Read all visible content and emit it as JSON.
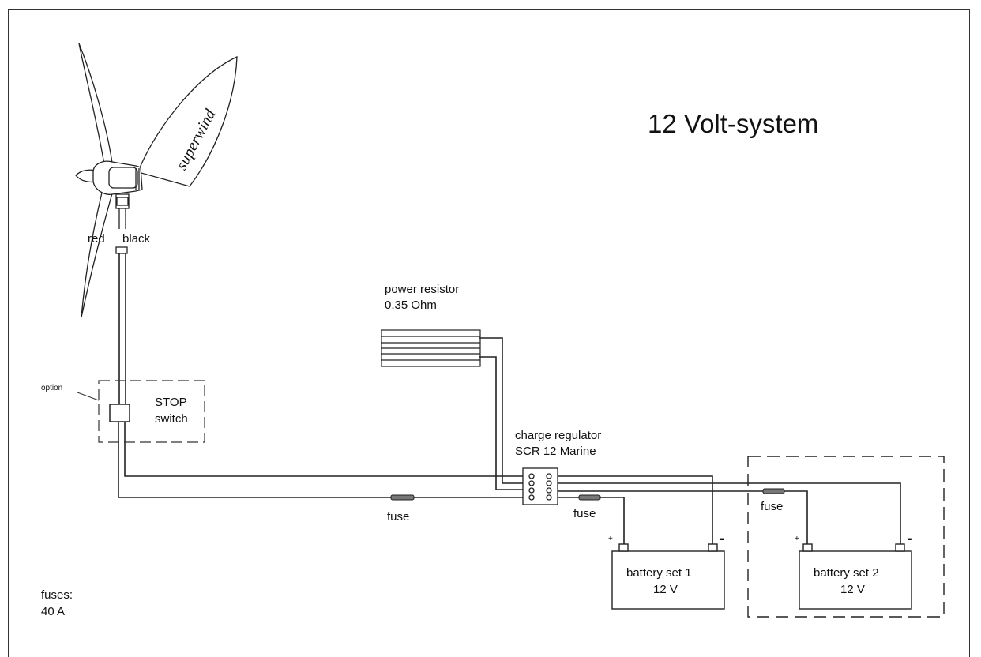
{
  "title": "12 Volt-system",
  "brand": "superwind",
  "wires": {
    "red": "red",
    "black": "black"
  },
  "option_label": "option",
  "stop_switch": {
    "line1": "STOP",
    "line2": "switch"
  },
  "resistor": {
    "line1": "power resistor",
    "line2": "0,35 Ohm"
  },
  "regulator": {
    "line1": "charge regulator",
    "line2": "SCR 12 Marine"
  },
  "fuse_label": "fuse",
  "battery1": {
    "line1": "battery set 1",
    "line2": "12 V"
  },
  "battery2": {
    "line1": "battery set 2",
    "line2": "12 V"
  },
  "plus": "+",
  "minus": "-",
  "fuses_note": {
    "line1": "fuses:",
    "line2": "40 A"
  }
}
